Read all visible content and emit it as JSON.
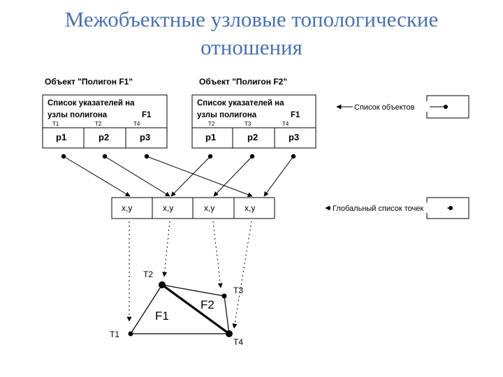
{
  "slide": {
    "title_line1": "Межобъектные узловые топологические",
    "title_line2": "отношения"
  },
  "objects": [
    {
      "header": "Объект \"Полигон F1\"",
      "list_line1": "Список указателей на",
      "list_line2_a": "узлы  полигона",
      "list_line2_b": "F1",
      "slots": [
        "T1",
        "T2",
        "T4"
      ],
      "pointers": [
        "p1",
        "p2",
        "p3"
      ]
    },
    {
      "header": "Объект \"Полигон F2\"",
      "list_line1": "Список указателей на",
      "list_line2_a": "узлы  полигона",
      "list_line2_b": "F1",
      "slots": [
        "T2",
        "T3",
        "T4"
      ],
      "pointers": [
        "p1",
        "p2",
        "p3"
      ]
    }
  ],
  "global_points": [
    "x,y",
    "x,y",
    "x,y",
    "x,y"
  ],
  "side_labels": {
    "objects_list": "Список объектов",
    "global_list": "Глобальный список точек"
  },
  "vertices": [
    "T1",
    "T2",
    "T3",
    "T4"
  ],
  "polygons": [
    "F1",
    "F2"
  ]
}
